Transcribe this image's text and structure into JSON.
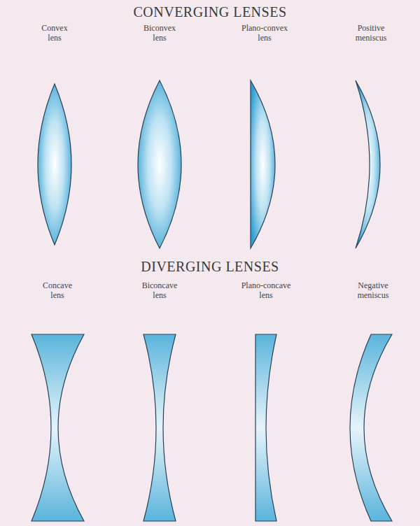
{
  "diagram": {
    "labels": [
      "CONVERGING LENSES",
      "Convex lens",
      "Biconvex lens",
      "Plano-convex lens",
      "Positive meniscus",
      "DIVERGING LENSES",
      "Concave lens",
      "Biconcave lens",
      "Plano-concave lens",
      "Negative meniscus"
    ]
  }
}
